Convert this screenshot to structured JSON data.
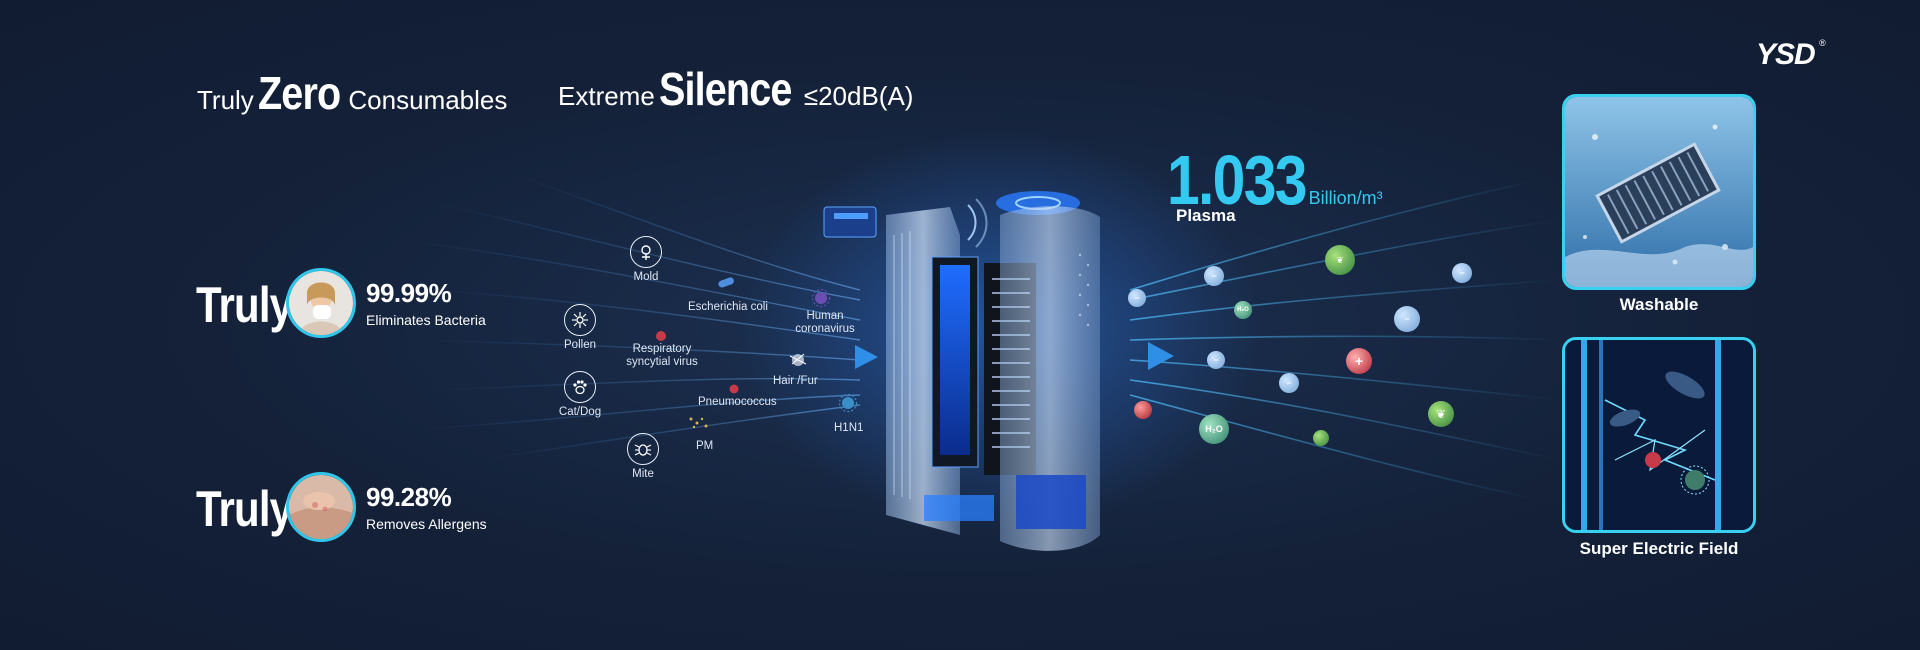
{
  "brand": {
    "logo": "YSD"
  },
  "headlines": {
    "consumables": {
      "prefix": "Truly",
      "emphasis": "Zero",
      "suffix": "Consumables"
    },
    "silence": {
      "prefix": "Extreme",
      "emphasis": "Silence",
      "suffix": "≤20dB(A)"
    }
  },
  "claims": [
    {
      "label": "Truly",
      "value": "99.99%",
      "description": "Eliminates Bacteria"
    },
    {
      "label": "Truly",
      "value": "99.28%",
      "description": "Removes Allergens"
    }
  ],
  "pathogens": {
    "icon_items": [
      "Mold",
      "Pollen",
      "Cat/Dog",
      "Mite"
    ],
    "floating": [
      "Escherichia coli",
      "Human coronavirus",
      "Respiratory syncytial virus",
      "Hair /Fur",
      "Pneumococcus",
      "PM",
      "H1N1"
    ]
  },
  "plasma": {
    "value": "1.033",
    "unit": "Billion/m³",
    "label": "Plasma"
  },
  "molecules": {
    "water": "H₂O"
  },
  "features": [
    {
      "label": "Washable"
    },
    {
      "label": "Super Electric Field"
    }
  ],
  "colors": {
    "background": "#14213a",
    "accent": "#33c9f1",
    "panel_border": "#39d1f2"
  }
}
